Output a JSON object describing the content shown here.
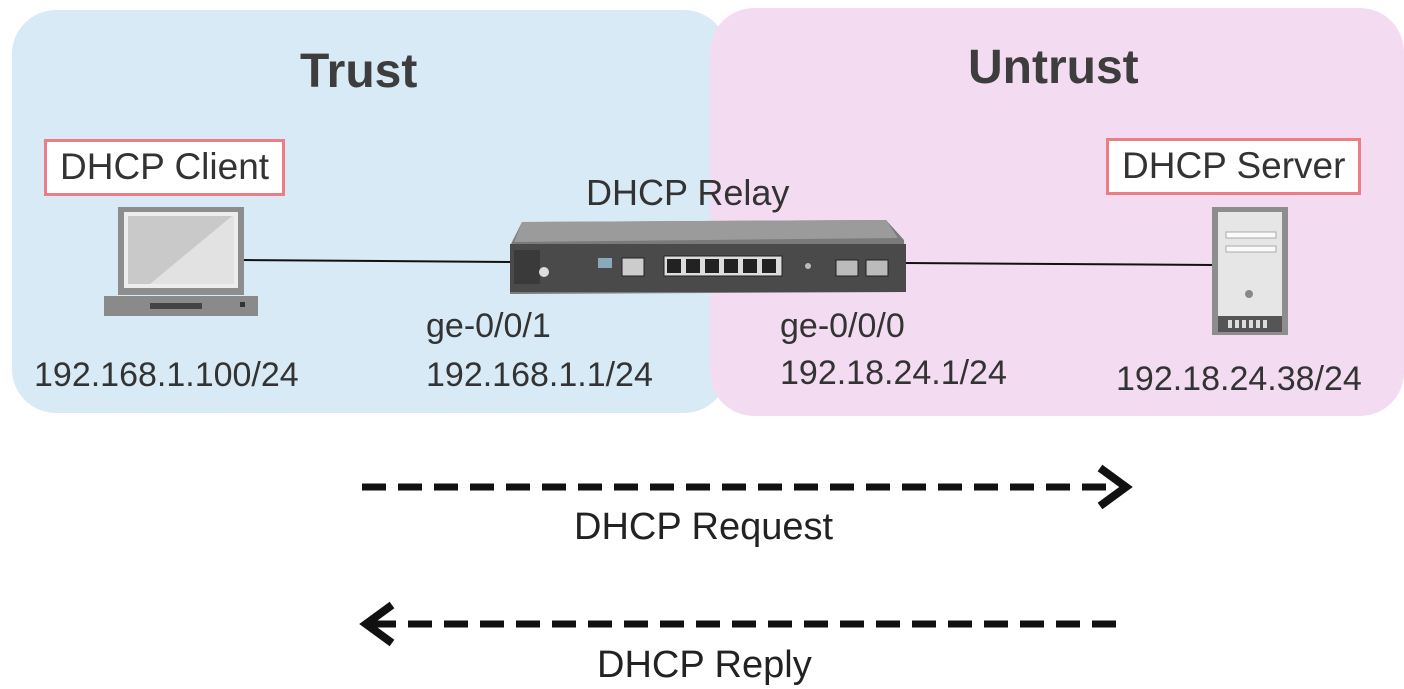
{
  "zones": {
    "trust": {
      "title": "Trust",
      "color": "#d8eaf5"
    },
    "untrust": {
      "title": "Untrust",
      "color": "#f3dcf2"
    }
  },
  "client": {
    "label": "DHCP Client",
    "ip": "192.168.1.100/24",
    "icon": "laptop-icon"
  },
  "relay": {
    "label": "DHCP Relay",
    "icon": "router-icon",
    "left_interface": {
      "name": "ge-0/0/1",
      "ip": "192.168.1.1/24"
    },
    "right_interface": {
      "name": "ge-0/0/0",
      "ip": "192.18.24.1/24"
    }
  },
  "server": {
    "label": "DHCP Server",
    "ip": "192.18.24.38/24",
    "icon": "server-icon"
  },
  "flows": {
    "request": {
      "label": "DHCP Request",
      "direction": "right"
    },
    "reply": {
      "label": "DHCP Reply",
      "direction": "left"
    }
  },
  "colors": {
    "label_border": "#ec7d85"
  }
}
